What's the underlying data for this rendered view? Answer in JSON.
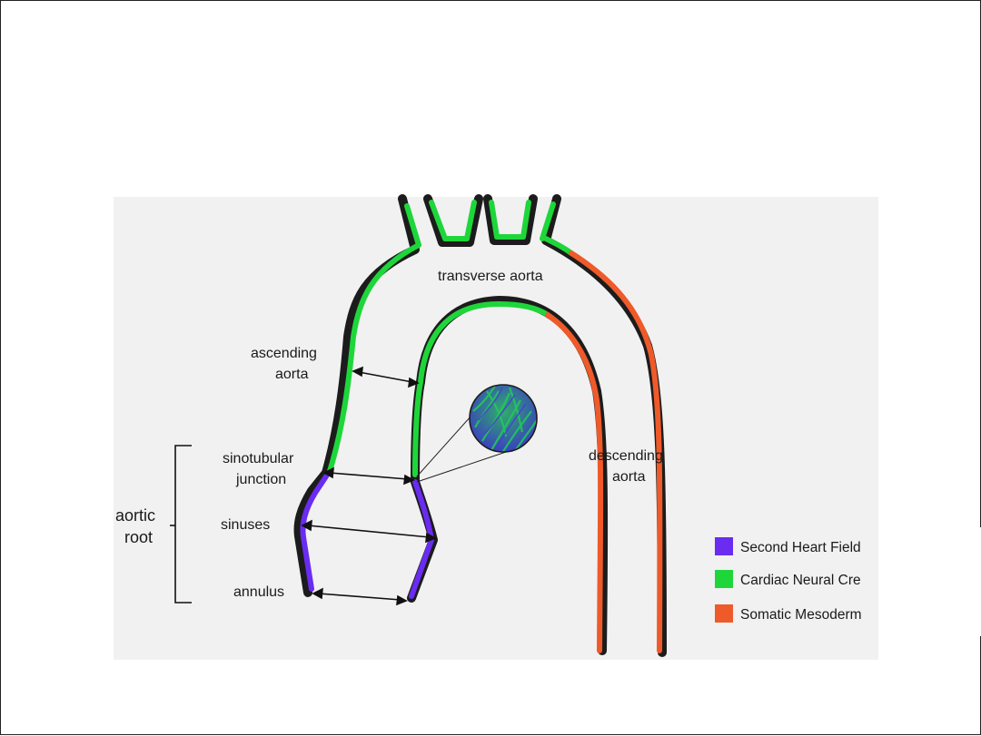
{
  "labels": {
    "transverse_aorta": "transverse aorta",
    "ascending_line1": "ascending",
    "ascending_line2": "aorta",
    "sinotubular_line1": "sinotubular",
    "sinotubular_line2": "junction",
    "sinuses": "sinuses",
    "annulus": "annulus",
    "aortic_root_line1": "aortic",
    "aortic_root_line2": "root",
    "descending_line1": "descending",
    "descending_line2": "aorta"
  },
  "legend": [
    {
      "label": "Second Heart Field",
      "color": "#6a2cf0"
    },
    {
      "label": "Cardiac Neural Cre",
      "color": "#1ed63a"
    },
    {
      "label": "Somatic Mesoderm",
      "color": "#ef5a2a"
    }
  ],
  "colors": {
    "second_heart_field": "#6a2cf0",
    "cardiac_neural_crest": "#1ed63a",
    "somatic_mesoderm": "#ef5a2a",
    "outline": "#1c1c1c"
  }
}
